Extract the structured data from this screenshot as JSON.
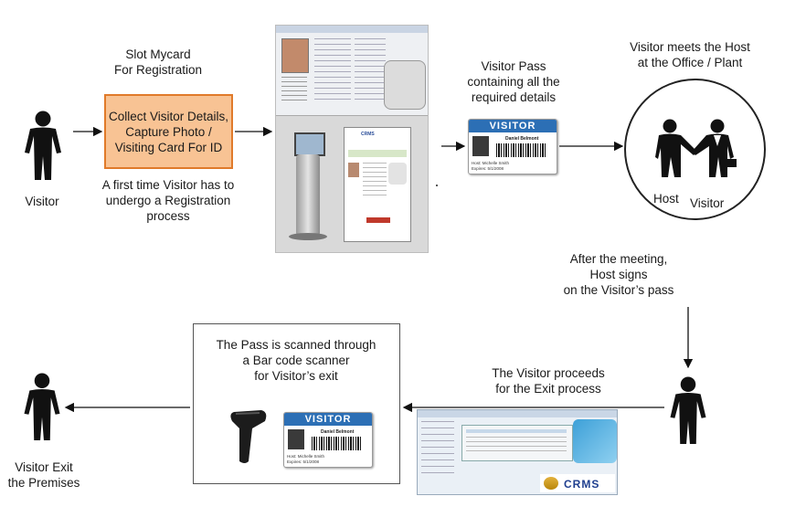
{
  "labels": {
    "slot": "Slot Mycard\nFor Registration",
    "collect": "Collect Visitor Details, Capture Photo / Visiting Card For ID",
    "first_time": "A first time Visitor has to\nundergo a Registration\nprocess",
    "visitor_left": "Visitor",
    "visitor_pass": "Visitor Pass\ncontaining all the\nrequired details",
    "meets": "Visitor meets the Host\nat the Office / Plant",
    "host": "Host",
    "visitor_circle": "Visitor",
    "after_meeting": "After the meeting,\nHost signs\non the Visitor’s pass",
    "proceeds": "The Visitor proceeds\nfor the Exit process",
    "scanned": "The Pass is scanned through\na Bar code scanner\nfor Visitor’s exit",
    "exit": "Visitor Exit\nthe Premises"
  },
  "pass_card": {
    "header": "VISITOR",
    "name": "Daniel Belmont",
    "host_line": "Host: Michelle Smith",
    "expires_line": "Expires: 5/1/2008"
  },
  "crms_logo": "CRMS",
  "colors": {
    "orange_fill": "#f8c394",
    "orange_border": "#e07a2a",
    "pass_blue": "#2c6fb5",
    "person": "#111111"
  }
}
